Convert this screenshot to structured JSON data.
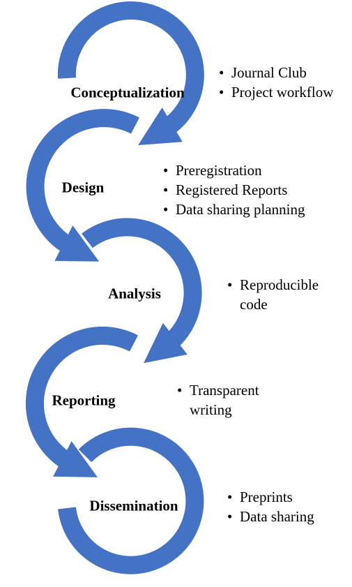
{
  "colors": {
    "arrow": "#4472C4",
    "text": "#000000",
    "background": "#FFFFFF"
  },
  "stages": [
    {
      "name": "Conceptualization",
      "items": [
        "Journal Club",
        "Project workflow"
      ]
    },
    {
      "name": "Design",
      "items": [
        "Preregistration",
        "Registered Reports",
        "Data sharing planning"
      ]
    },
    {
      "name": "Analysis",
      "items": [
        "Reproducible code"
      ]
    },
    {
      "name": "Reporting",
      "items": [
        "Transparent writing"
      ]
    },
    {
      "name": "Dissemination",
      "items": [
        "Preprints",
        "Data sharing"
      ]
    }
  ]
}
